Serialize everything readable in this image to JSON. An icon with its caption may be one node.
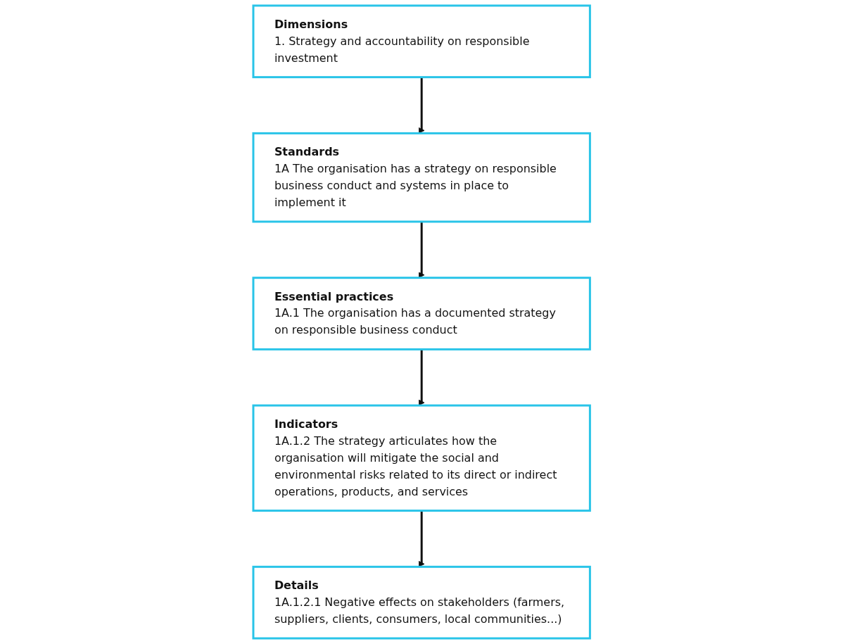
{
  "diagram": {
    "nodes": [
      {
        "text": [
          "Dimensions",
          "1. Strategy and accountability on responsible investment"
        ]
      },
      {
        "text": [
          "Standards",
          "1A The organisation has a strategy on responsible business conduct and systems in place to implement it"
        ]
      },
      {
        "text": [
          "Essential practices",
          "1A.1 The organisation has a documented strategy on responsible business conduct"
        ]
      },
      {
        "text": [
          "Indicators",
          "1A.1.2 The strategy articulates how the organisation will mitigate the social and environmental risks related to its direct or indirect operations, products, and services"
        ]
      },
      {
        "text": [
          "Details",
          "1A.1.2.1 Negative effects on stakeholders (farmers, suppliers, clients, consumers, local communities...)"
        ]
      }
    ],
    "edges": [
      {
        "from": 0,
        "to": 1,
        "arrow": "to"
      },
      {
        "from": 1,
        "to": 2,
        "arrow": "to"
      },
      {
        "from": 2,
        "to": 3,
        "arrow": "to"
      },
      {
        "from": 3,
        "to": 4,
        "arrow": "to"
      }
    ]
  }
}
